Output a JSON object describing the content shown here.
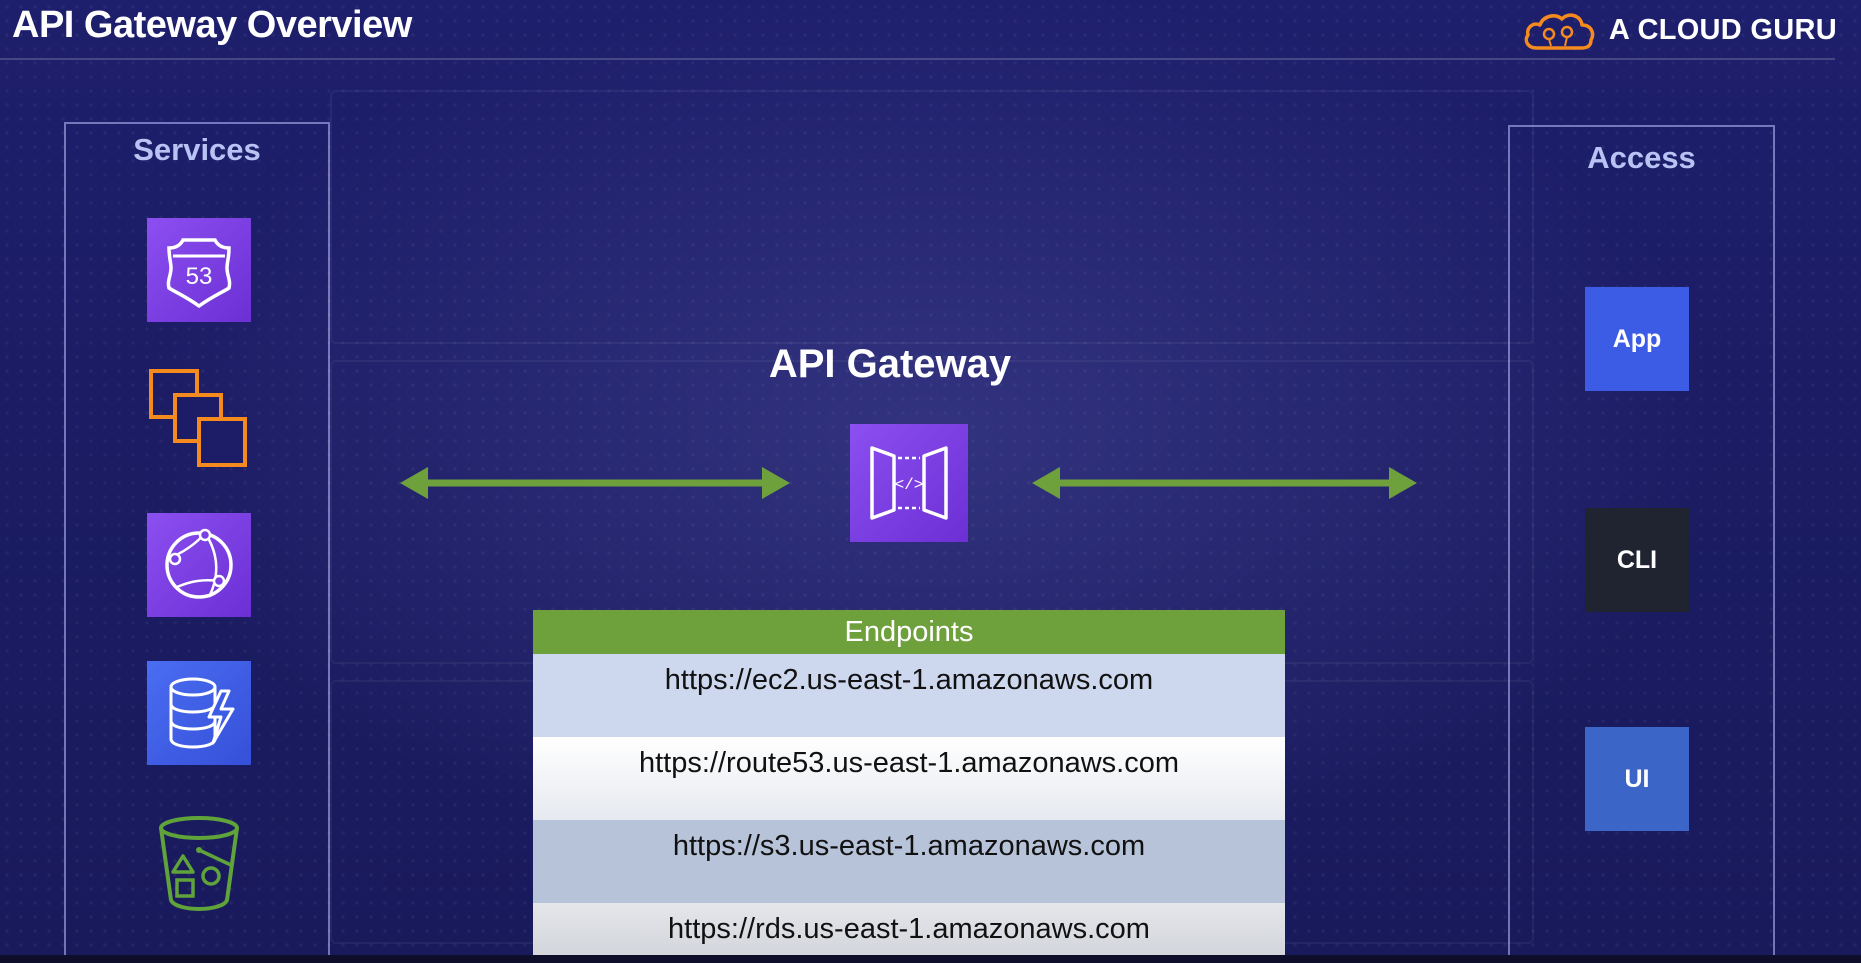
{
  "header": {
    "title": "API Gateway Overview",
    "brand": "A CLOUD GURU",
    "brand_icon": "cloud-guru-logo-icon"
  },
  "services": {
    "title": "Services",
    "icons": [
      {
        "name": "route53-icon",
        "label": "53",
        "color": "#7b3fe4"
      },
      {
        "name": "ec2-instances-icon",
        "color": "#f58a1f"
      },
      {
        "name": "cloudfront-icon",
        "color": "#7b3fe4"
      },
      {
        "name": "dynamodb-icon",
        "color": "#3d5ce6"
      },
      {
        "name": "s3-bucket-icon",
        "color": "#5fa33a"
      }
    ]
  },
  "gateway": {
    "title": "API Gateway",
    "icon": "api-gateway-icon",
    "arrow_color": "#6ea03c"
  },
  "access": {
    "title": "Access",
    "items": [
      {
        "label": "App",
        "color": "#3d5ce6"
      },
      {
        "label": "CLI",
        "color": "#1f2430"
      },
      {
        "label": "UI",
        "color": "#3b65c7"
      }
    ]
  },
  "endpoints": {
    "header": "Endpoints",
    "header_color": "#6ea03c",
    "rows": [
      "https://ec2.us-east-1.amazonaws.com",
      "https://route53.us-east-1.amazonaws.com",
      "https://s3.us-east-1.amazonaws.com",
      "https://rds.us-east-1.amazonaws.com"
    ]
  }
}
